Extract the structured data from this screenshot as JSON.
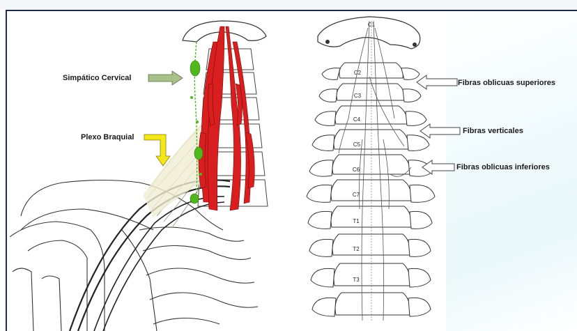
{
  "labels": {
    "simpatico": "Simpático Cervical",
    "plexo": "Plexo Braquial",
    "fibras_sup": "Fibras oblicuas superiores",
    "fibras_vert": "Fibras verticales",
    "fibras_inf": "Fibras oblicuas inferiores"
  },
  "vertebrae": [
    "C1",
    "C2",
    "C3",
    "C4",
    "C5",
    "C6",
    "C7",
    "T1",
    "T2",
    "T3"
  ],
  "colors": {
    "muscle": "#d81e1e",
    "sympathetic": "#4fb81e",
    "plexus": "#f0ecd2",
    "label_arrow": "#a8c08a",
    "plexo_arrow": "#f4e81a",
    "frame": "#1f2f4a"
  }
}
